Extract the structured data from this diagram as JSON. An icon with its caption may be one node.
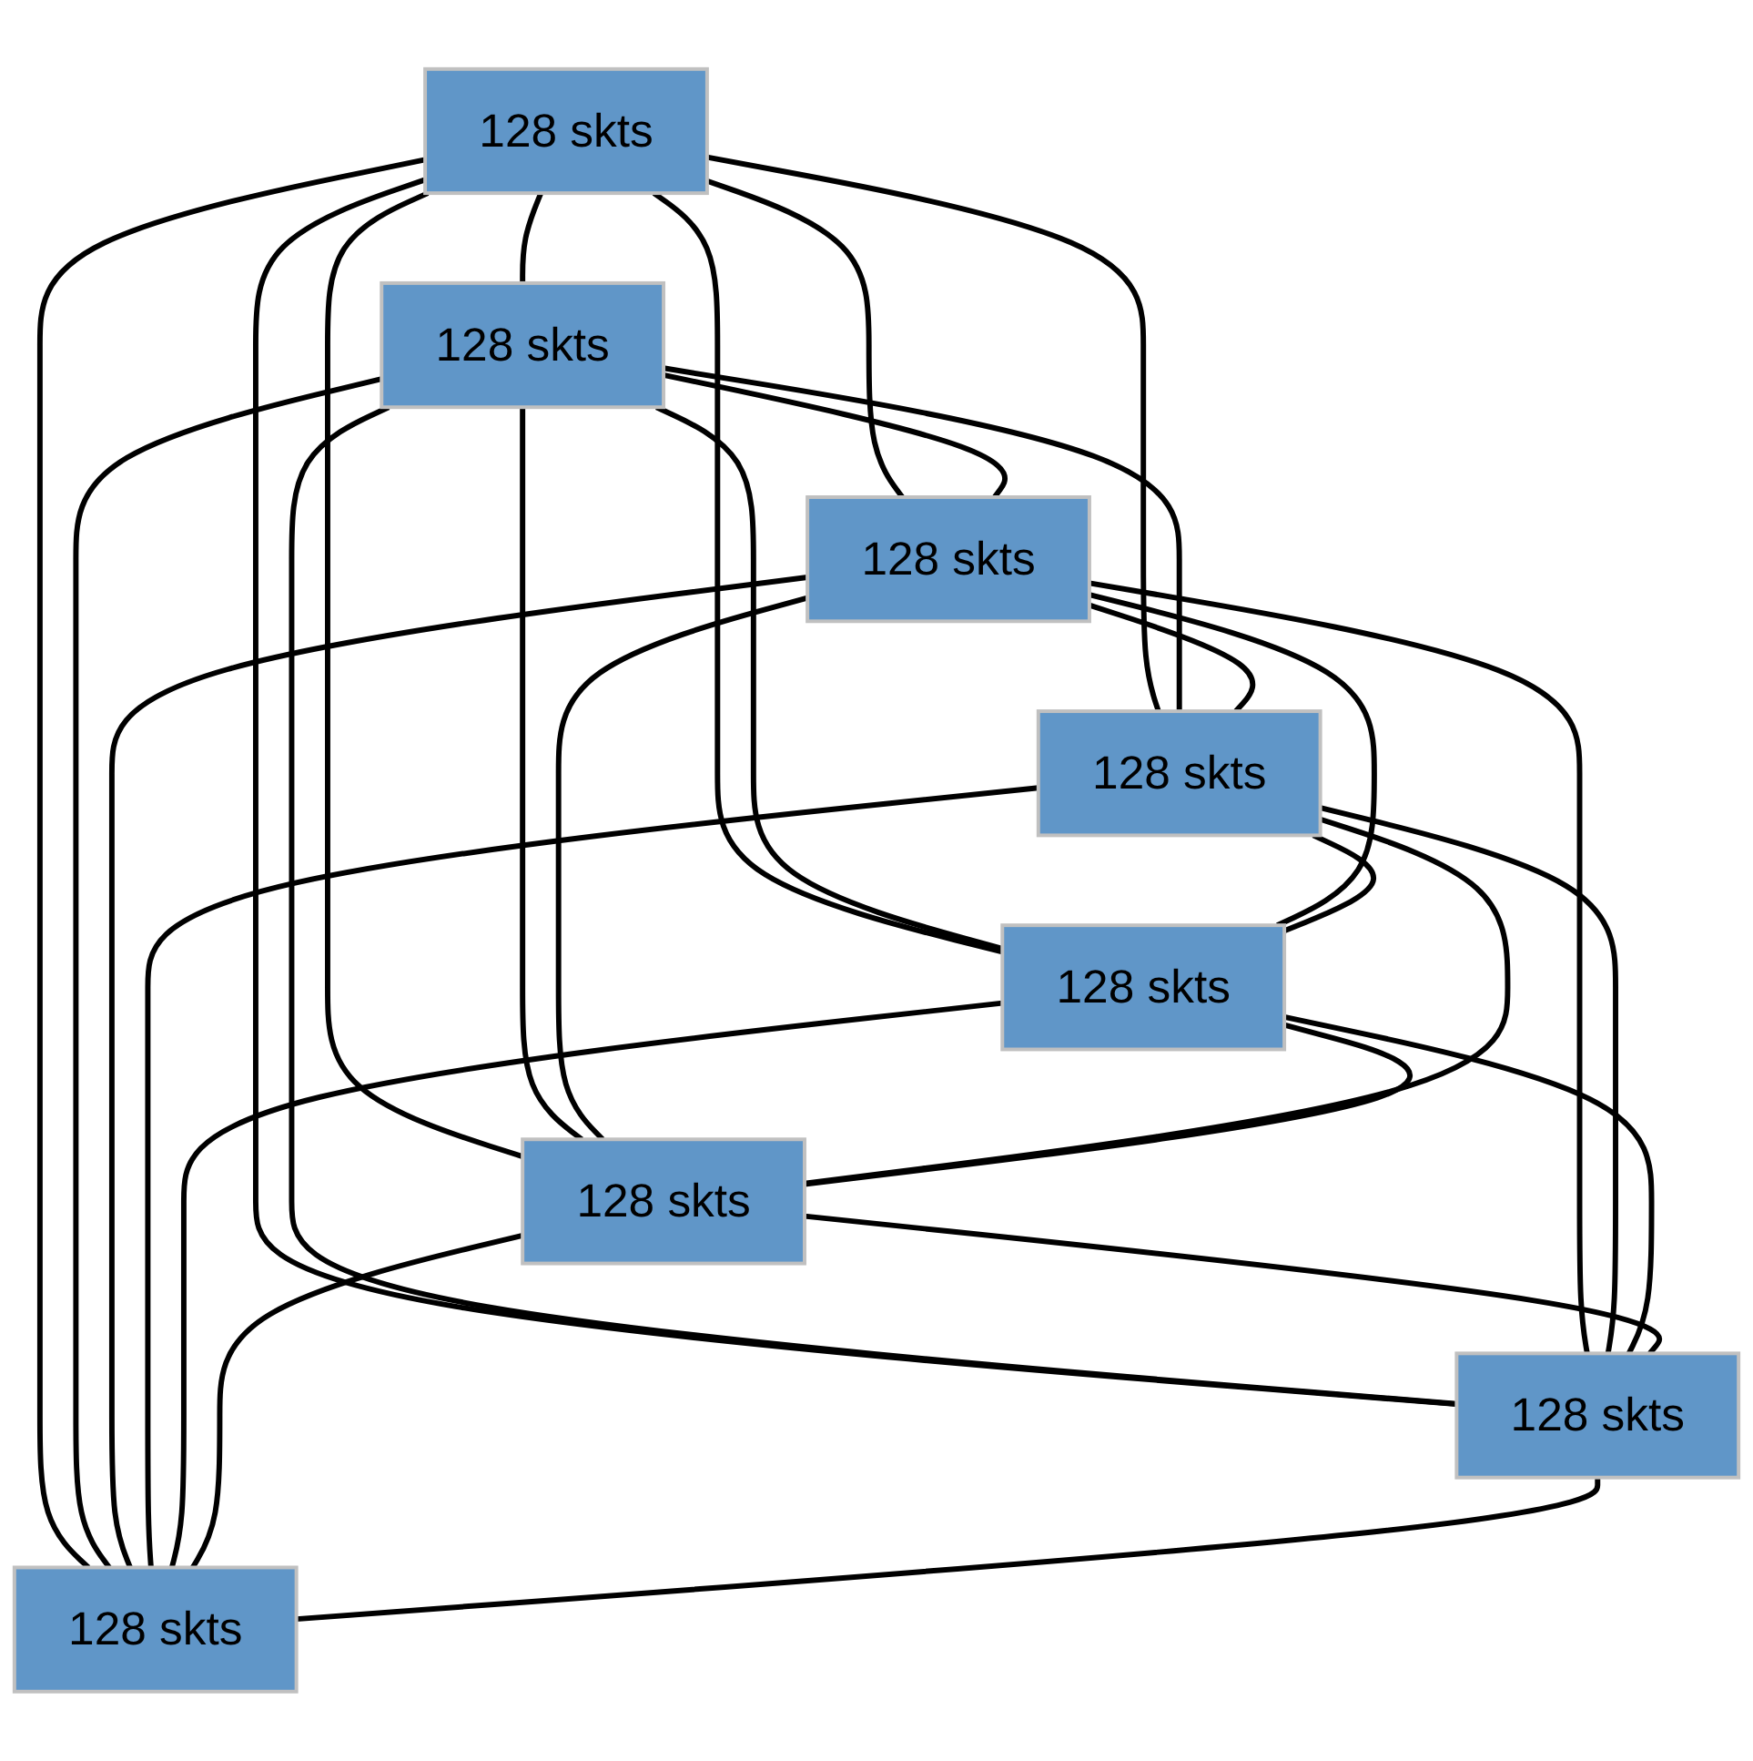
{
  "diagram": {
    "nodes": [
      {
        "text": [
          "128 skts"
        ]
      },
      {
        "text": [
          "128 skts"
        ]
      },
      {
        "text": [
          "128 skts"
        ]
      },
      {
        "text": [
          "128 skts"
        ]
      },
      {
        "text": [
          "128 skts"
        ]
      },
      {
        "text": [
          "128 skts"
        ]
      },
      {
        "text": [
          "128 skts"
        ]
      },
      {
        "text": [
          "128 skts"
        ]
      }
    ],
    "edges": [
      {
        "from": 0,
        "to": 1,
        "arrow": "none"
      },
      {
        "from": 0,
        "to": 2,
        "arrow": "none"
      },
      {
        "from": 0,
        "to": 3,
        "arrow": "none"
      },
      {
        "from": 0,
        "to": 4,
        "arrow": "none"
      },
      {
        "from": 0,
        "to": 5,
        "arrow": "none"
      },
      {
        "from": 0,
        "to": 6,
        "arrow": "none"
      },
      {
        "from": 0,
        "to": 7,
        "arrow": "none"
      },
      {
        "from": 1,
        "to": 2,
        "arrow": "none"
      },
      {
        "from": 1,
        "to": 3,
        "arrow": "none"
      },
      {
        "from": 1,
        "to": 4,
        "arrow": "none"
      },
      {
        "from": 1,
        "to": 5,
        "arrow": "none"
      },
      {
        "from": 1,
        "to": 6,
        "arrow": "none"
      },
      {
        "from": 1,
        "to": 7,
        "arrow": "none"
      },
      {
        "from": 2,
        "to": 3,
        "arrow": "none"
      },
      {
        "from": 2,
        "to": 4,
        "arrow": "none"
      },
      {
        "from": 2,
        "to": 5,
        "arrow": "none"
      },
      {
        "from": 2,
        "to": 6,
        "arrow": "none"
      },
      {
        "from": 2,
        "to": 7,
        "arrow": "none"
      },
      {
        "from": 3,
        "to": 4,
        "arrow": "none"
      },
      {
        "from": 3,
        "to": 5,
        "arrow": "none"
      },
      {
        "from": 3,
        "to": 6,
        "arrow": "none"
      },
      {
        "from": 3,
        "to": 7,
        "arrow": "none"
      },
      {
        "from": 4,
        "to": 5,
        "arrow": "none"
      },
      {
        "from": 4,
        "to": 6,
        "arrow": "none"
      },
      {
        "from": 4,
        "to": 7,
        "arrow": "none"
      },
      {
        "from": 5,
        "to": 6,
        "arrow": "none"
      },
      {
        "from": 5,
        "to": 7,
        "arrow": "none"
      },
      {
        "from": 6,
        "to": 7,
        "arrow": "none"
      }
    ]
  }
}
